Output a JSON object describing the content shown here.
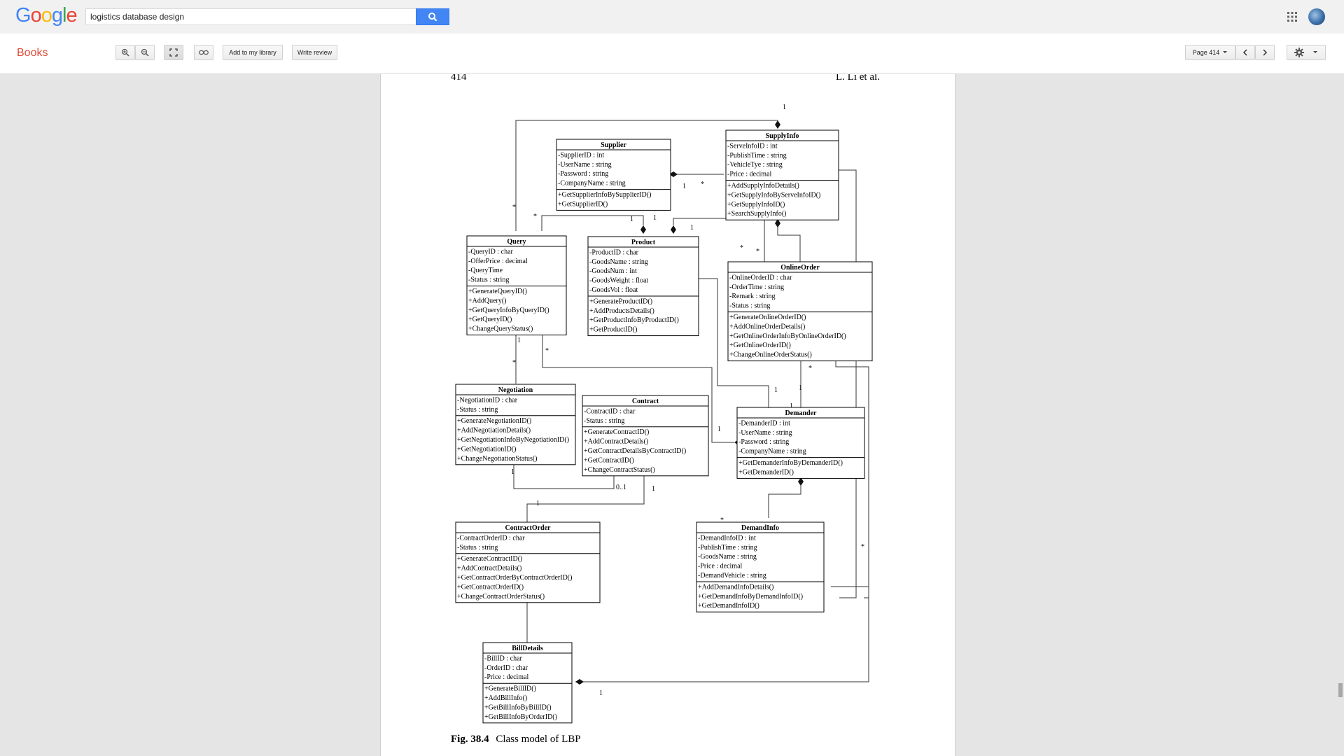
{
  "header": {
    "logo": [
      "G",
      "o",
      "o",
      "g",
      "l",
      "e"
    ],
    "logo_colors": [
      "#4285f4",
      "#ea4335",
      "#fbbc05",
      "#4285f4",
      "#34a853",
      "#ea4335"
    ],
    "search_value": "logistics database design",
    "search_icon": "magnifier-icon",
    "apps_icon": "apps-grid-icon"
  },
  "toolbar": {
    "section_label": "Books",
    "add_library": "Add to my library",
    "write_review": "Write review",
    "page_label": "Page 414",
    "accent": "#dd4b39"
  },
  "page": {
    "page_number": "414",
    "author": "L. Li et al.",
    "caption_label": "Fig. 38.4",
    "caption_text": "Class model of LBP"
  },
  "diagram": {
    "classes": [
      {
        "title": "Supplier",
        "attributes": [
          "-SupplierID : int",
          "-UserName : string",
          "-Password : string",
          "-CompanyName : string"
        ],
        "methods": [
          "+GetSupplierInfoBySupplierID()",
          "+GetSupplierID()"
        ]
      },
      {
        "title": "SupplyInfo",
        "attributes": [
          "-ServeInfoID : int",
          "-PublishTime : string",
          "-VehicleTye : string",
          "-Price : decimal"
        ],
        "methods": [
          "+AddSupplyInfoDetails()",
          "+GetSupplyInfoByServeInfoID()",
          "+GetSupplyInfoID()",
          "+SearchSupplyInfo()"
        ]
      },
      {
        "title": "Query",
        "attributes": [
          "-QueryID : char",
          "-OfferPrice : decimal",
          "-QueryTime",
          "-Status : string"
        ],
        "methods": [
          "+GenerateQueryID()",
          "+AddQuery()",
          "+GetQueryInfoByQueryID()",
          "+GetQueryID()",
          "+ChangeQueryStatus()"
        ]
      },
      {
        "title": "Product",
        "attributes": [
          "-ProductID : char",
          "-GoodsName : string",
          "-GoodsNum : int",
          "-GoodsWeight : float",
          "-GoodsVol : float"
        ],
        "methods": [
          "+GenerateProductID()",
          "+AddProductsDetails()",
          "+GetProductInfoByProductID()",
          "+GetProductID()"
        ]
      },
      {
        "title": "OnlineOrder",
        "attributes": [
          "-OnlineOrderID : char",
          "-OrderTime : string",
          "-Remark : string",
          "-Status : string"
        ],
        "methods": [
          "+GenerateOnlineOrderID()",
          "+AddOnlineOrderDetails()",
          "+GetOnlineOrderInfoByOnlineOrderID()",
          "+GetOnlineOrderID()",
          "+ChangeOnlineOrderStatus()"
        ]
      },
      {
        "title": "Negotiation",
        "attributes": [
          "-NegotiationID : char",
          "-Status : string"
        ],
        "methods": [
          "+GenerateNegotiationID()",
          "+AddNegotiationDetails()",
          "+GetNegotiationInfoByNegotiationID()",
          "+GetNegotiationID()",
          "+ChangeNegotiationStatus()"
        ]
      },
      {
        "title": "Contract",
        "attributes": [
          "-ContractID : char",
          "-Status : string"
        ],
        "methods": [
          "+GenerateContractID()",
          "+AddContractDetails()",
          "+GetContractDetailsByContractID()",
          "+GetContractID()",
          "+ChangeContractStatus()"
        ]
      },
      {
        "title": "Demander",
        "attributes": [
          "-DemanderID : int",
          "-UserName : string",
          "-Password : string",
          "-CompanyName : string"
        ],
        "methods": [
          "+GetDemanderInfoByDemanderID()",
          "+GetDemanderID()"
        ]
      },
      {
        "title": "ContractOrder",
        "attributes": [
          "-ContractOrderID : char",
          "-Status : string"
        ],
        "methods": [
          "+GenerateContractID()",
          "+AddContractDetails()",
          "+GetContractOrderByContractOrderID()",
          "+GetContractOrderID()",
          "+ChangeContractOrderStatus()"
        ]
      },
      {
        "title": "DemandInfo",
        "attributes": [
          "-DemandInfoID : int",
          "-PublishTime : string",
          "-GoodsName : string",
          "-Price : decimal",
          "-DemandVehicle : string"
        ],
        "methods": [
          "+AddDemandInfoDetails()",
          "+GetDemandInfoByDemandInfoID()",
          "+GetDemandInfoID()"
        ]
      },
      {
        "title": "BillDetails",
        "attributes": [
          "-BillID : char",
          "-OrderID : char",
          "-Price : decimal"
        ],
        "methods": [
          "+GenerateBillID()",
          "+AddBillInfo()",
          "+GetBillInfoByBillID()",
          "+GetBillInfoByOrderID()"
        ]
      }
    ],
    "multiplicities": [
      "1",
      "1",
      "*",
      "*",
      "*",
      "1",
      "1",
      "1",
      "*",
      "*",
      "*",
      "1",
      "*",
      "*",
      "1",
      "1",
      "*",
      "1",
      "1",
      "1",
      "1",
      "0..1",
      "1",
      "*",
      "1",
      "1",
      "*",
      "1"
    ]
  }
}
